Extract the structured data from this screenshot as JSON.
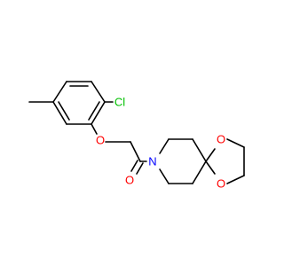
{
  "molecule": {
    "atom_labels": {
      "chlorine": "Cl",
      "ether_oxygen": "O",
      "carbonyl_oxygen": "O",
      "amide_nitrogen": "N",
      "ketal_oxygen_top": "O",
      "ketal_oxygen_bottom": "O"
    }
  },
  "colors": {
    "bond": "#000000",
    "chlorine": "#00c000",
    "oxygen": "#ff0000",
    "nitrogen": "#0000ff"
  }
}
